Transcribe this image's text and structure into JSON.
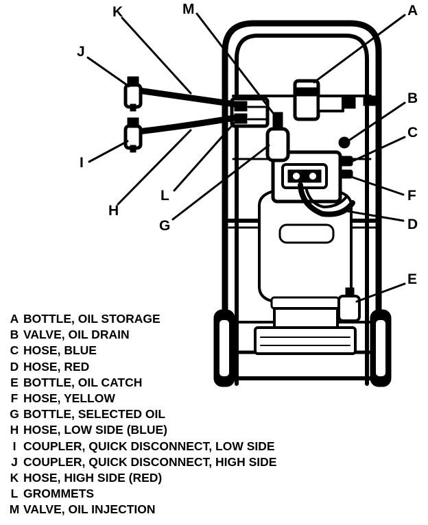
{
  "callouts": [
    {
      "key": "K"
    },
    {
      "key": "M"
    },
    {
      "key": "A"
    },
    {
      "key": "J"
    },
    {
      "key": "B"
    },
    {
      "key": "C"
    },
    {
      "key": "I"
    },
    {
      "key": "L"
    },
    {
      "key": "F"
    },
    {
      "key": "H"
    },
    {
      "key": "G"
    },
    {
      "key": "D"
    },
    {
      "key": "E"
    }
  ],
  "legend": [
    {
      "key": "A",
      "desc": "BOTTLE, OIL STORAGE"
    },
    {
      "key": "B",
      "desc": "VALVE, OIL DRAIN"
    },
    {
      "key": "C",
      "desc": "HOSE, BLUE"
    },
    {
      "key": "D",
      "desc": "HOSE, RED"
    },
    {
      "key": "E",
      "desc": "BOTTLE, OIL CATCH"
    },
    {
      "key": "F",
      "desc": "HOSE, YELLOW"
    },
    {
      "key": "G",
      "desc": "BOTTLE, SELECTED OIL"
    },
    {
      "key": "H",
      "desc": "HOSE, LOW SIDE (BLUE)"
    },
    {
      "key": "I",
      "desc": "COUPLER, QUICK DISCONNECT, LOW SIDE"
    },
    {
      "key": "J",
      "desc": "COUPLER, QUICK DISCONNECT, HIGH SIDE"
    },
    {
      "key": "K",
      "desc": "HOSE, HIGH SIDE (RED)"
    },
    {
      "key": "L",
      "desc": "GROMMETS"
    },
    {
      "key": "M",
      "desc": "VALVE, OIL INJECTION"
    }
  ]
}
